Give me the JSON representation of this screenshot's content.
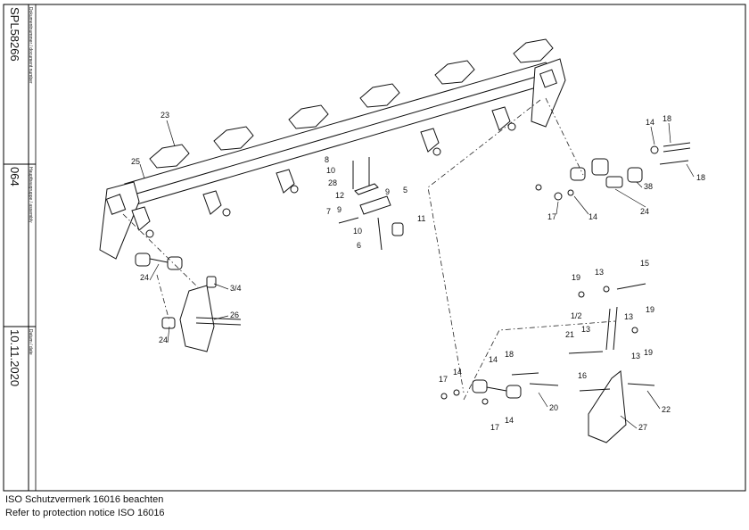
{
  "title_block": {
    "doc_number_label": "Dokumentnummer / document number",
    "doc_number": "SPL58266",
    "assembly_label": "Hauptbaugruppe / assembly",
    "assembly": "064",
    "date_label": "Datum / date",
    "date": "10.11.2020"
  },
  "footer": {
    "line1": "ISO Schutzvermerk 16016 beachten",
    "line2": "Refer to protection notice ISO 16016"
  },
  "callouts": [
    "23",
    "25",
    "24",
    "24",
    "3/4",
    "26",
    "8",
    "10",
    "28",
    "12",
    "9",
    "7",
    "9",
    "10",
    "6",
    "5",
    "11",
    "14",
    "18",
    "18",
    "38",
    "17",
    "14",
    "24",
    "19",
    "13",
    "15",
    "1/2",
    "13",
    "19",
    "21",
    "13",
    "13",
    "19",
    "16",
    "22",
    "27",
    "17",
    "14",
    "14",
    "18",
    "17",
    "14",
    "20"
  ]
}
